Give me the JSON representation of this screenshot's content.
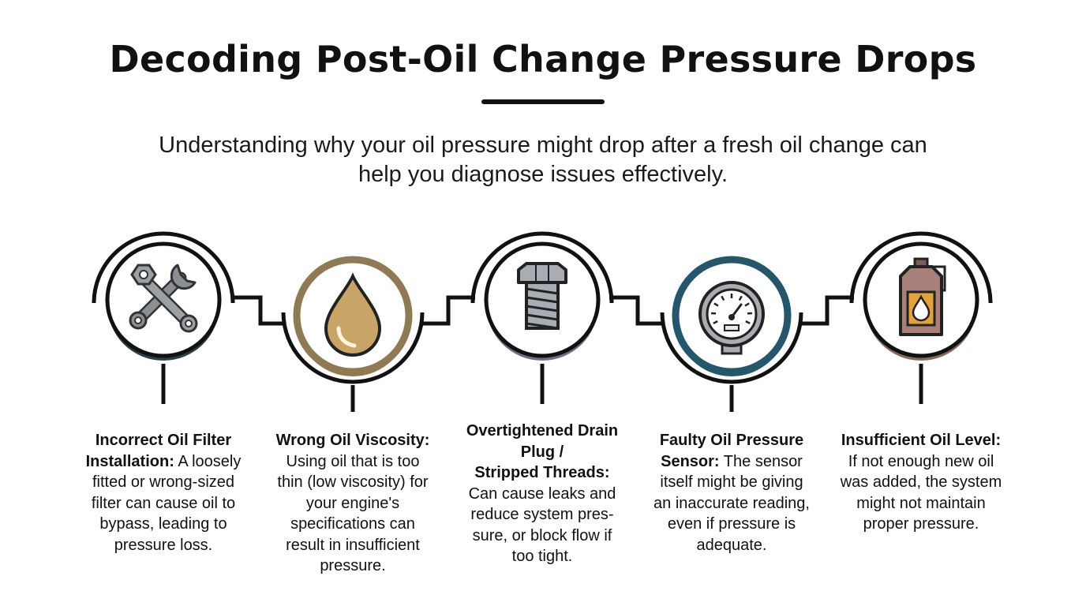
{
  "page": {
    "title": "Decoding Post-Oil Change Pressure Drops",
    "subtitle_line1": "Understanding why your oil pressure might drop after a fresh oil change can",
    "subtitle_line2": "help you diagnose issues effectively."
  },
  "causes": [
    {
      "icon": "wrench-icon",
      "accent": "#2f3f47",
      "title_lines": [
        "Incorrect Oil Filter",
        "Installation:"
      ],
      "body_lines": [
        "A loosely",
        "fitted or wrong-sized",
        "filter can cause oil to",
        "bypass, leading to",
        "pressure loss."
      ]
    },
    {
      "icon": "oil-drop-icon",
      "accent": "#8f7a55",
      "title_lines": [
        "Wrong Oil Viscosity:"
      ],
      "body_lines": [
        "Using oil that is too",
        "thin (low viscosity) for",
        "your engine's",
        "specifications can",
        "result in insufficient",
        "pressure."
      ]
    },
    {
      "icon": "bolt-icon",
      "accent": "#6b6f86",
      "title_lines": [
        "Overtightened Drain",
        "Plug /",
        "Stripped Threads:"
      ],
      "body_lines": [
        "Can cause leaks and",
        "reduce system pres-",
        "sure, or block flow if",
        "too tight."
      ]
    },
    {
      "icon": "pressure-gauge-icon",
      "accent": "#25566a",
      "title_lines": [
        "Faulty Oil Pressure",
        "Sensor:"
      ],
      "body_lines": [
        "The sensor",
        "itself might be giving",
        "an inaccurate reading,",
        "even if pressure is",
        "adequate."
      ]
    },
    {
      "icon": "oil-bottle-icon",
      "accent": "#8a6660",
      "title_lines": [
        "Insufficient Oil Level:"
      ],
      "body_lines": [
        "If not enough new oil",
        "was added, the system",
        "might not maintain",
        "proper pressure."
      ]
    }
  ]
}
